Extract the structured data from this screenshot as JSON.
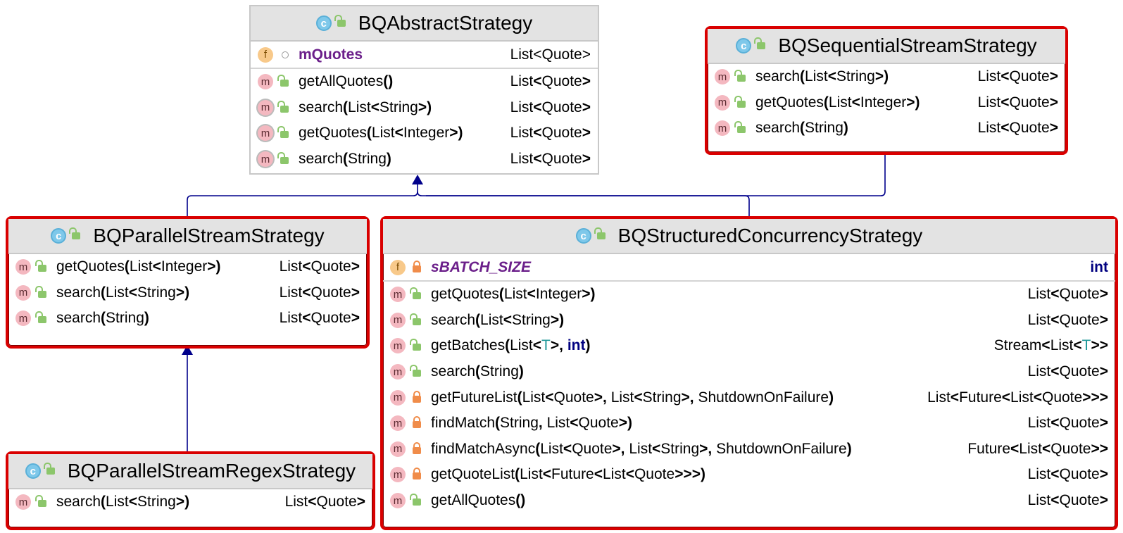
{
  "classes": {
    "abstract": {
      "name": "BQAbstractStrategy",
      "field": {
        "name": "mQuotes",
        "type": "List<Quote>"
      },
      "methods": [
        {
          "name": "getAllQuotes",
          "params": "()",
          "type": "List<Quote>"
        },
        {
          "name": "search",
          "params": "(List<String>)",
          "type": "List<Quote>"
        },
        {
          "name": "getQuotes",
          "params": "(List<Integer>)",
          "type": "List<Quote>"
        },
        {
          "name": "search",
          "params": "(String)",
          "type": "List<Quote>"
        }
      ]
    },
    "sequential": {
      "name": "BQSequentialStreamStrategy",
      "methods": [
        {
          "name": "search",
          "params": "(List<String>)",
          "type": "List<Quote>"
        },
        {
          "name": "getQuotes",
          "params": "(List<Integer>)",
          "type": "List<Quote>"
        },
        {
          "name": "search",
          "params": "(String)",
          "type": "List<Quote>"
        }
      ]
    },
    "parallel": {
      "name": "BQParallelStreamStrategy",
      "methods": [
        {
          "name": "getQuotes",
          "params": "(List<Integer>)",
          "type": "List<Quote>"
        },
        {
          "name": "search",
          "params": "(List<String>)",
          "type": "List<Quote>"
        },
        {
          "name": "search",
          "params": "(String)",
          "type": "List<Quote>"
        }
      ]
    },
    "regex": {
      "name": "BQParallelStreamRegexStrategy",
      "methods": [
        {
          "name": "search",
          "params": "(List<String>)",
          "type": "List<Quote>"
        }
      ]
    },
    "structured": {
      "name": "BQStructuredConcurrencyStrategy",
      "field": {
        "name": "sBATCH_SIZE",
        "type": "int"
      },
      "methods": [
        {
          "name": "getQuotes",
          "params": "(List<Integer>)",
          "type": "List<Quote>"
        },
        {
          "name": "search",
          "params": "(List<String>)",
          "type": "List<Quote>"
        },
        {
          "name": "getBatches",
          "params": "(List<T>, int)",
          "type": "Stream<List<T>>"
        },
        {
          "name": "search",
          "params": "(String)",
          "type": "List<Quote>"
        },
        {
          "name": "getFutureList",
          "params": "(List<Quote>, List<String>, ShutdownOnFailure)",
          "type": "List<Future<List<Quote>>>"
        },
        {
          "name": "findMatch",
          "params": "(String, List<Quote>)",
          "type": "List<Quote>"
        },
        {
          "name": "findMatchAsync",
          "params": "(List<Quote>, List<String>, ShutdownOnFailure)",
          "type": "Future<List<Quote>>"
        },
        {
          "name": "getQuoteList",
          "params": "(List<Future<List<Quote>>>)",
          "type": "List<Quote>"
        },
        {
          "name": "getAllQuotes",
          "params": "()",
          "type": "List<Quote>"
        }
      ]
    }
  },
  "icons": {
    "class": "class-icon",
    "method": "method-icon",
    "abstract_method": "abstract-method-icon",
    "field": "field-icon",
    "public": "public-lock-icon",
    "private": "private-lock-icon",
    "package": "package-private-icon"
  },
  "colors": {
    "selection_border": "#d90000",
    "edge": "#00008b",
    "field_name": "#6b1f8a",
    "title_bg": "#e3e3e3"
  }
}
